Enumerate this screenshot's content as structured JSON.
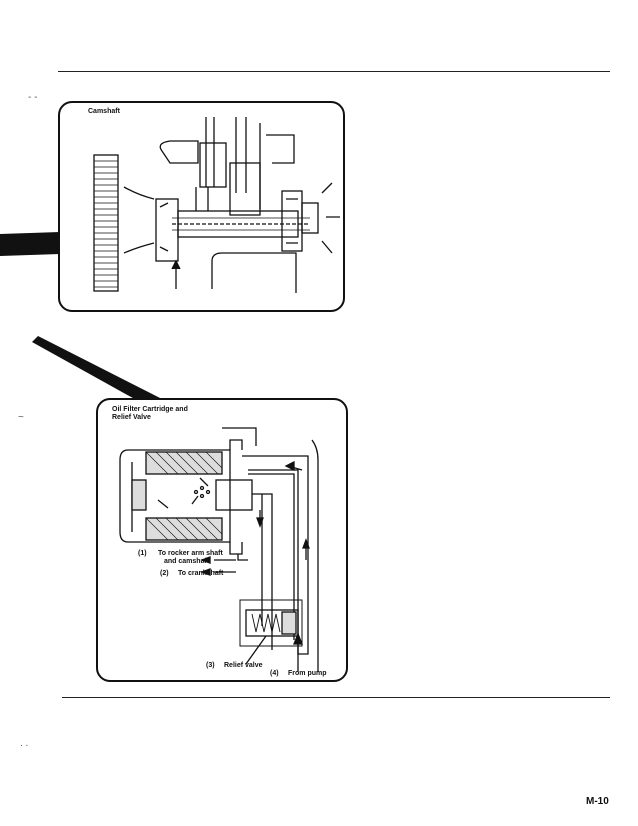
{
  "header": {
    "rule": true
  },
  "camshaft_figure": {
    "title": "Camshaft"
  },
  "oil_filter_figure": {
    "title": "Oil Filter Cartridge and Relief Valve",
    "callouts": [
      {
        "num": "(1)",
        "text": "To rocker arm shaft"
      },
      {
        "num": "",
        "text": "and camshaft"
      },
      {
        "num": "(2)",
        "text": "To crankshaft"
      },
      {
        "num": "(3)",
        "text": "Relief valve"
      },
      {
        "num": "(4)",
        "text": "From pump"
      }
    ]
  },
  "footer": {
    "page_number": "M-10"
  }
}
